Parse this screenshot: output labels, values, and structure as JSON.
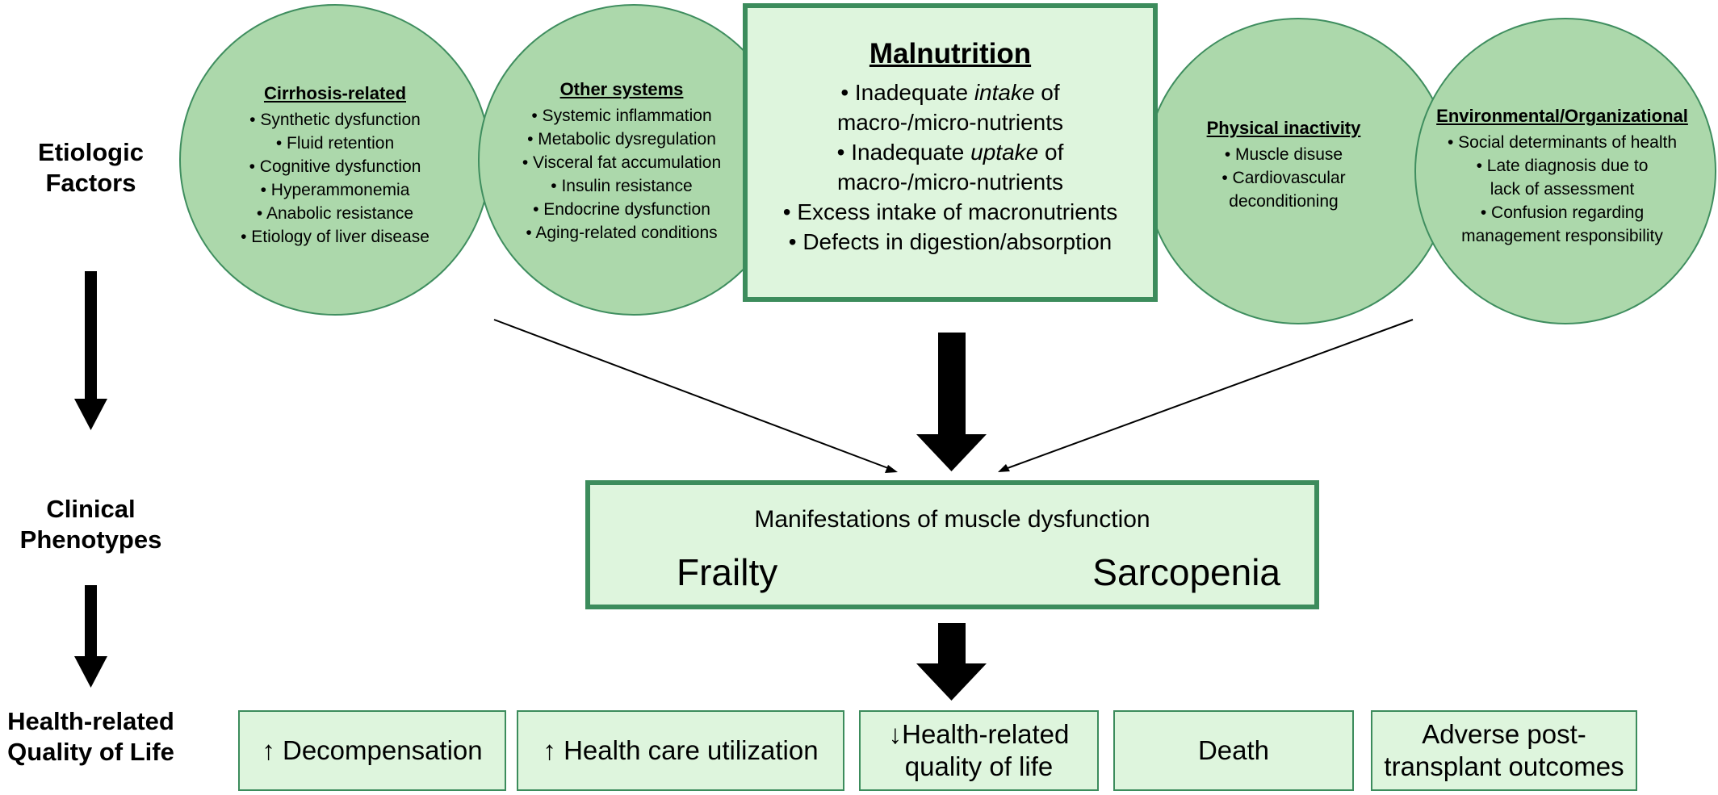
{
  "row_labels": {
    "etiologic": [
      "Etiologic",
      "Factors"
    ],
    "clinical": [
      "Clinical",
      "Phenotypes"
    ],
    "health": [
      "Health-related",
      "Quality of Life"
    ]
  },
  "clusters": {
    "cirrhosis": {
      "heading": "Cirrhosis-related",
      "items": [
        "• Synthetic dysfunction",
        "• Fluid retention",
        "• Cognitive dysfunction",
        "• Hyperammonemia",
        "• Anabolic resistance",
        "• Etiology of liver disease"
      ]
    },
    "other": {
      "heading": "Other systems",
      "items": [
        "• Systemic inflammation",
        "• Metabolic dysregulation",
        "• Visceral fat accumulation",
        "• Insulin resistance",
        "• Endocrine dysfunction",
        "• Aging-related conditions"
      ]
    },
    "physical": {
      "heading": "Physical inactivity",
      "items": [
        "• Muscle disuse",
        "• Cardiovascular",
        "deconditioning"
      ]
    },
    "environmental": {
      "heading": "Environmental/Organizational",
      "items": [
        "• Social determinants of health",
        "• Late diagnosis due to",
        "lack of assessment",
        "• Confusion regarding",
        "management responsibility"
      ]
    }
  },
  "malnutrition": {
    "title": "Malnutrition",
    "line1_prefix": "• Inadequate ",
    "line1_emph": "intake",
    "line1_suffix": " of",
    "line2": "macro-/micro-nutrients",
    "line3_prefix": "• Inadequate ",
    "line3_emph": "uptake",
    "line3_suffix": " of",
    "line4": "macro-/micro-nutrients",
    "line5": "• Excess intake of macronutrients",
    "line6": "• Defects in digestion/absorption"
  },
  "phenotype": {
    "subtitle": "Manifestations of muscle dysfunction",
    "left": "Frailty",
    "right": "Sarcopenia"
  },
  "outcomes": [
    {
      "lines": [
        "↑ Decompensation"
      ]
    },
    {
      "lines": [
        "↑ Health care utilization"
      ]
    },
    {
      "lines": [
        "↓Health-related",
        "quality of life"
      ]
    },
    {
      "lines": [
        "Death"
      ]
    },
    {
      "lines": [
        "Adverse post-",
        "transplant outcomes"
      ]
    }
  ],
  "colors": {
    "circle_fill": "#acd8ab",
    "box_fill": "#def5dd",
    "box_border": "#3c8c5c",
    "arrow": "#000000"
  }
}
